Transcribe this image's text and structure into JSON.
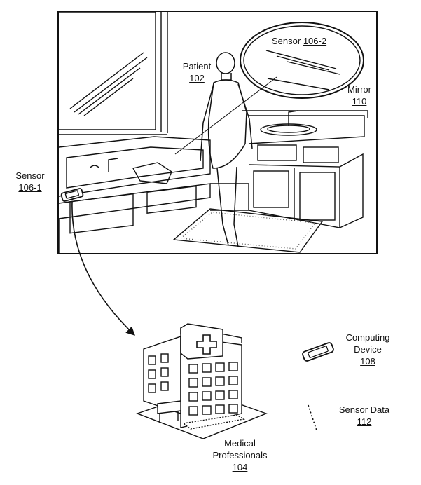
{
  "labels": {
    "sensor_mirror": {
      "name": "Sensor",
      "number": "106-2"
    },
    "patient": {
      "name": "Patient",
      "number": "102"
    },
    "mirror": {
      "name": "Mirror",
      "number": "110"
    },
    "sensor_phone": {
      "name": "Sensor",
      "number": "106-1"
    },
    "computing_device": {
      "line1": "Computing",
      "line2": "Device",
      "number": "108"
    },
    "sensor_data": {
      "name": "Sensor Data",
      "number": "112"
    },
    "medical_professionals": {
      "line1": "Medical",
      "line2": "Professionals",
      "number": "104"
    }
  },
  "colors": {
    "line": "#111111",
    "background": "#ffffff",
    "rug": "#555555"
  }
}
